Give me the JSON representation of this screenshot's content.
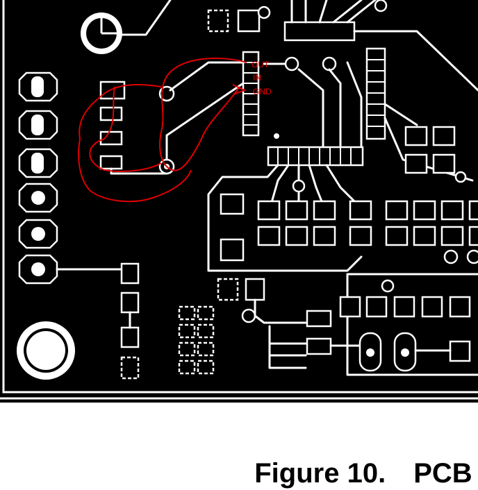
{
  "figure": {
    "label": "Figure 10.",
    "title": "PCB"
  },
  "annotations": {
    "out": "OUT",
    "in": "IN",
    "gnd": "GND",
    "color": "#e00000"
  },
  "colors": {
    "board": "#000000",
    "copper": "#ffffff",
    "background": "#ffffff"
  }
}
